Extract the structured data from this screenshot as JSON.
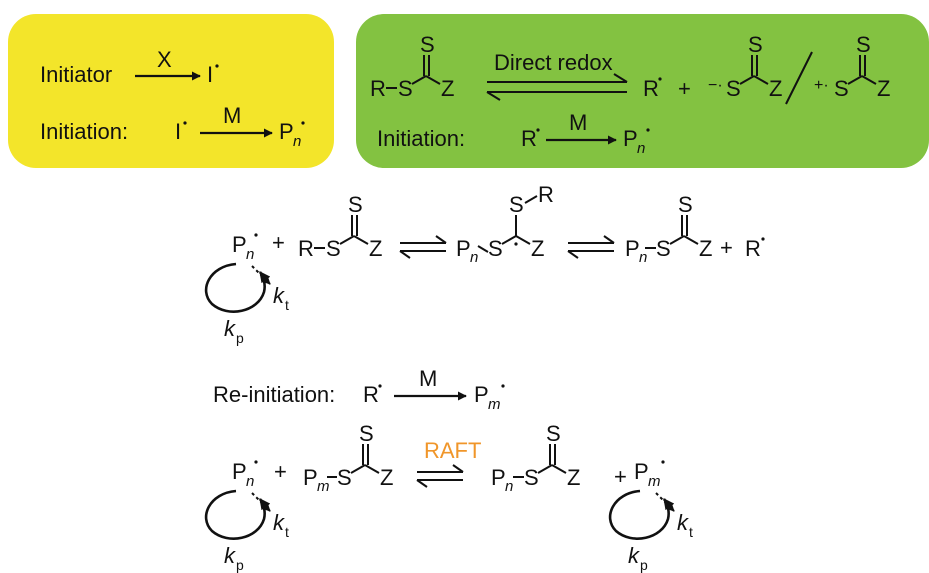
{
  "colors": {
    "yellow_box": "#f3e52a",
    "green_box": "#83c241",
    "raft_label": "#f0962a",
    "ink": "#111111"
  },
  "yellow_box": {
    "line1": {
      "initiator": "Initiator",
      "arrow_label": "X",
      "product": "I"
    },
    "line2": {
      "prefix": "Initiation:",
      "reactant": "I",
      "arrow_label": "M",
      "product": "P",
      "product_sub": "n"
    }
  },
  "green_box": {
    "reactant_r": "R",
    "s_top": "S",
    "s_bridge": "S",
    "z": "Z",
    "arrow_label": "Direct redox",
    "product_r": "R",
    "plus": "+",
    "anion_prefix": "−·",
    "anion_s": "S",
    "anion_s_top": "S",
    "anion_z": "Z",
    "cation_prefix": "+·",
    "cation_s": "S",
    "cation_s_top": "S",
    "cation_z": "Z",
    "line2": {
      "prefix": "Initiation:",
      "reactant": "R",
      "arrow_label": "M",
      "product": "P",
      "product_sub": "n"
    }
  },
  "pre_equilibrium": {
    "radical": "P",
    "radical_sub": "n",
    "plus1": "+",
    "cta_r": "R",
    "cta_s": "S",
    "cta_s_top": "S",
    "cta_z": "Z",
    "int_p": "P",
    "int_p_sub": "n",
    "int_s": "S",
    "int_z": "Z",
    "int_top_s": "S",
    "int_top_r": "R",
    "prod_p": "P",
    "prod_p_sub": "n",
    "prod_s": "S",
    "prod_s_top": "S",
    "prod_z": "Z",
    "plus2": "+",
    "released_r": "R",
    "kt": "k",
    "kt_sub": "t",
    "kp": "k",
    "kp_sub": "p"
  },
  "reinitiation": {
    "prefix": "Re-initiation:",
    "reactant": "R",
    "arrow_label": "M",
    "product": "P",
    "product_sub": "m"
  },
  "main_equilibrium": {
    "radical": "P",
    "radical_sub": "n",
    "plus1": "+",
    "dormant_p": "P",
    "dormant_p_sub": "m",
    "dormant_s": "S",
    "dormant_s_top": "S",
    "dormant_z": "Z",
    "raft_label": "RAFT",
    "prod_p": "P",
    "prod_p_sub": "n",
    "prod_s": "S",
    "prod_s_top": "S",
    "prod_z": "Z",
    "plus2": "+",
    "radical2": "P",
    "radical2_sub": "m",
    "kt": "k",
    "kt_sub": "t",
    "kp": "k",
    "kp_sub": "p",
    "kt2": "k",
    "kt2_sub": "t",
    "kp2": "k",
    "kp2_sub": "p"
  }
}
